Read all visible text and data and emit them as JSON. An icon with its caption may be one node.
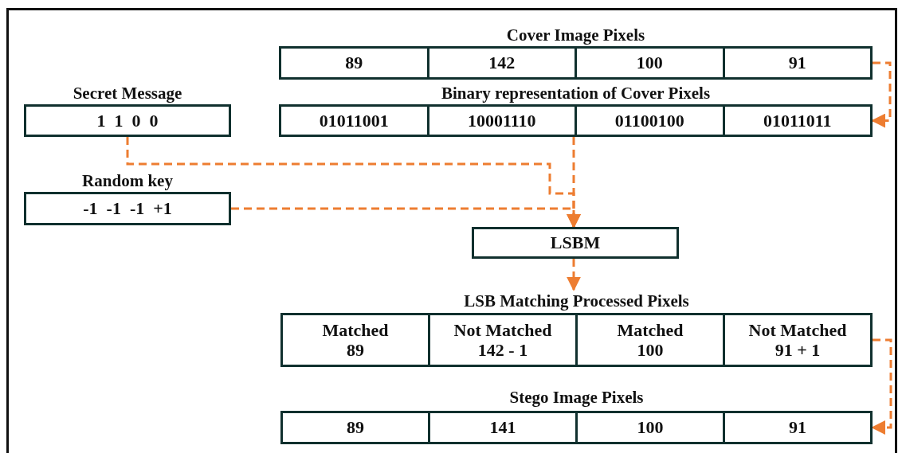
{
  "diagram": {
    "nodes": [
      {
        "text": [
          "Cover Image Pixels"
        ]
      },
      {
        "text": [
          "89"
        ],
        "in": 0
      },
      {
        "text": [
          "142"
        ],
        "in": 0
      },
      {
        "text": [
          "100"
        ],
        "in": 0
      },
      {
        "text": [
          "91"
        ],
        "in": 0
      },
      {
        "text": [
          "Secret Message",
          "1  1  0  0"
        ]
      },
      {
        "text": [
          "Binary representation of Cover Pixels"
        ]
      },
      {
        "text": [
          "01011001"
        ],
        "in": 6
      },
      {
        "text": [
          "10001110"
        ],
        "in": 6
      },
      {
        "text": [
          "01100100"
        ],
        "in": 6
      },
      {
        "text": [
          "01011011"
        ],
        "in": 6
      },
      {
        "text": [
          "Random key",
          "-1  -1  -1  +1"
        ]
      },
      {
        "text": [
          "LSBM"
        ]
      },
      {
        "text": [
          "LSB Matching Processed Pixels"
        ]
      },
      {
        "text": [
          "Matched",
          "89"
        ],
        "in": 13
      },
      {
        "text": [
          "Not Matched",
          "142 - 1"
        ],
        "in": 13
      },
      {
        "text": [
          "Matched",
          "100"
        ],
        "in": 13
      },
      {
        "text": [
          "Not Matched",
          "91 + 1"
        ],
        "in": 13
      },
      {
        "text": [
          "Stego Image Pixels"
        ]
      },
      {
        "text": [
          "89"
        ],
        "in": 18
      },
      {
        "text": [
          "141"
        ],
        "in": 18
      },
      {
        "text": [
          "100"
        ],
        "in": 18
      },
      {
        "text": [
          "91"
        ],
        "in": 18
      }
    ],
    "edges": [
      {
        "from": 0,
        "to": 6,
        "arrow": "to",
        "style": "dashed"
      },
      {
        "from": 5,
        "to": 12,
        "arrow": "to",
        "style": "dashed"
      },
      {
        "from": 6,
        "to": 12,
        "arrow": "to",
        "style": "dashed"
      },
      {
        "from": 11,
        "to": 12,
        "arrow": "to",
        "style": "dashed"
      },
      {
        "from": 12,
        "to": 13,
        "arrow": "to",
        "style": "dashed"
      },
      {
        "from": 13,
        "to": 18,
        "arrow": "to",
        "style": "dashed"
      }
    ]
  }
}
